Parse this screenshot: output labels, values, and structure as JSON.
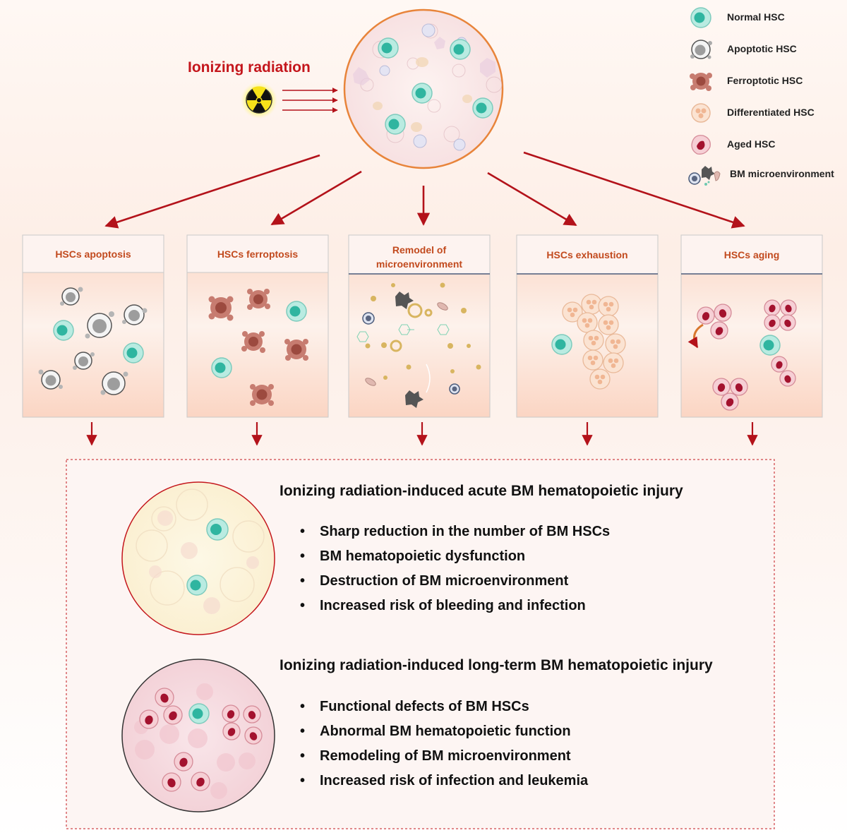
{
  "radiation_label": "Ionizing radiation",
  "legend": [
    {
      "icon": "normal-hsc-icon",
      "label": "Normal HSC"
    },
    {
      "icon": "apoptotic-hsc-icon",
      "label": "Apoptotic HSC"
    },
    {
      "icon": "ferroptotic-hsc-icon",
      "label": "Ferroptotic HSC"
    },
    {
      "icon": "differentiated-hsc-icon",
      "label": "Differentiated HSC"
    },
    {
      "icon": "aged-hsc-icon",
      "label": "Aged HSC"
    },
    {
      "icon": "bm-microenvironment-icon",
      "label": "BM microenvironment"
    }
  ],
  "panels": [
    {
      "title": "HSCs apoptosis"
    },
    {
      "title": "HSCs ferroptosis"
    },
    {
      "title": "Remodel of",
      "title2": "microenvironment"
    },
    {
      "title": "HSCs exhaustion"
    },
    {
      "title": "HSCs aging"
    }
  ],
  "acute": {
    "title": "Ionizing radiation-induced acute BM hematopoietic injury",
    "bullets": [
      "Sharp reduction in the number of BM HSCs",
      "BM hematopoietic dysfunction",
      "Destruction of BM microenvironment",
      "Increased risk of bleeding and infection"
    ]
  },
  "longterm": {
    "title": "Ionizing radiation-induced long-term BM hematopoietic injury",
    "bullets": [
      "Functional defects of BM HSCs",
      "Abnormal BM hematopoietic function",
      "Remodeling of BM microenvironment",
      "Increased risk of infection and leukemia"
    ]
  },
  "colors": {
    "arrow": "#b3121a",
    "title_red": "#c4161c",
    "panel_title": "#c24a1e",
    "normal_hsc": "#2fb5a0",
    "aged_hsc": "#a3122e",
    "ferroptotic_hsc": "#b86255",
    "differentiated_hsc": "#f0c9ae"
  }
}
